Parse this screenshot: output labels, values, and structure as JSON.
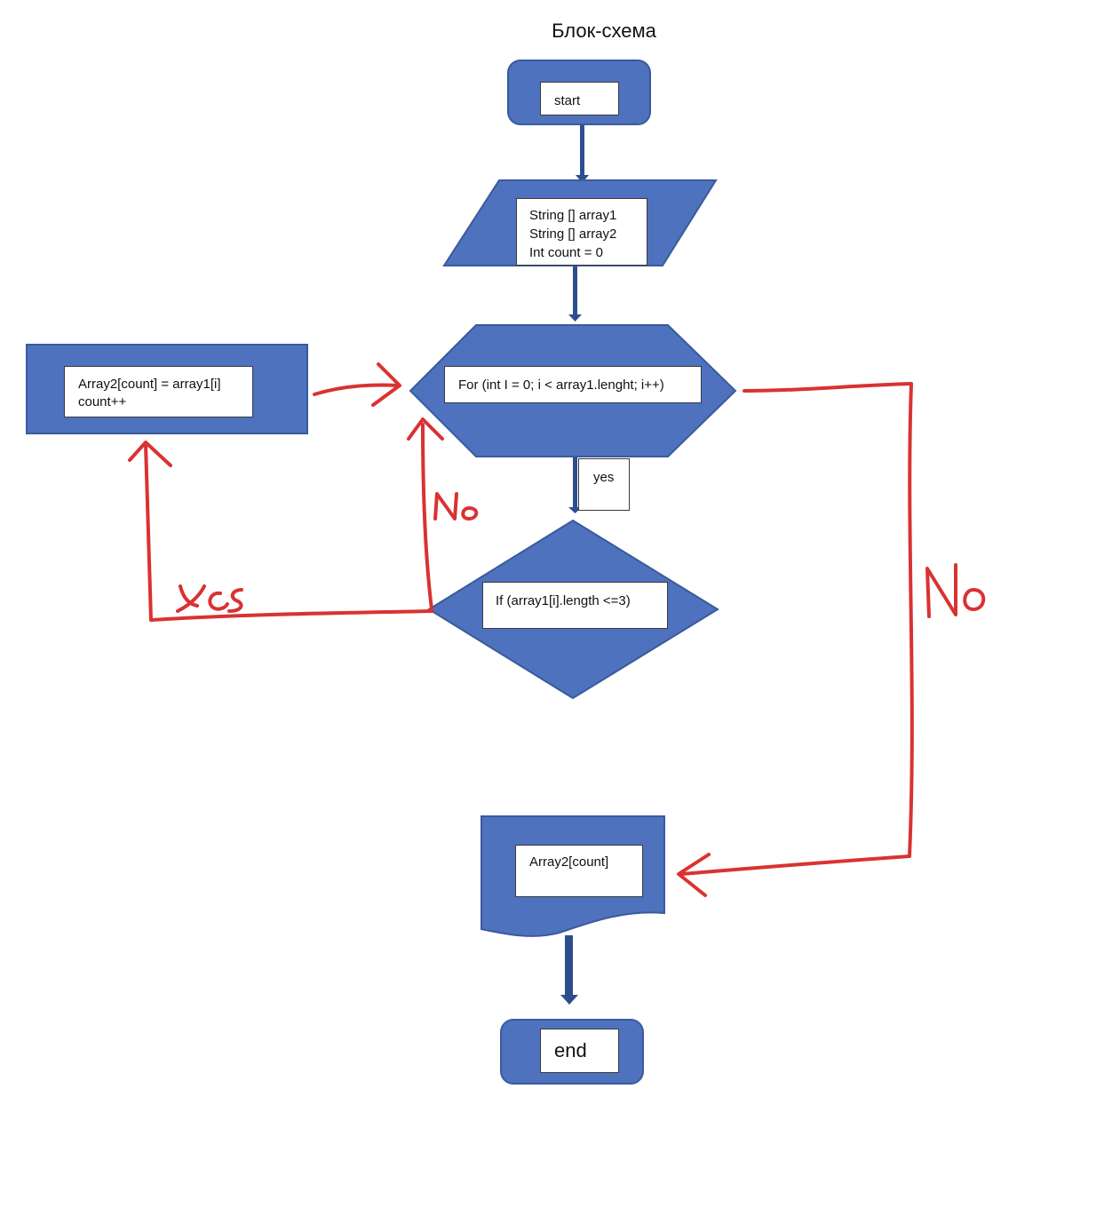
{
  "title": "Блок-схема",
  "colors": {
    "shape_fill": "#4e72be",
    "shape_stroke": "#3a5a9c",
    "connector": "#2d4e8e",
    "handwritten": "#d93232",
    "text": "#111111"
  },
  "nodes": {
    "start": {
      "shape": "terminator",
      "text": "start"
    },
    "input": {
      "shape": "parallelogram",
      "lines": [
        "String [] array1",
        "String [] array2",
        "Int count = 0"
      ]
    },
    "loop": {
      "shape": "hexagon",
      "text": "For (int I = 0; i < array1.lenght; i++)"
    },
    "condition": {
      "shape": "diamond",
      "text": "If (array1[i].length <=3)"
    },
    "assign": {
      "shape": "process",
      "lines": [
        "Array2[count] = array1[i]",
        "count++"
      ]
    },
    "output": {
      "shape": "document",
      "text": "Array2[count]"
    },
    "end": {
      "shape": "terminator",
      "text": "end"
    }
  },
  "edges": [
    {
      "from": "start",
      "to": "input",
      "label": ""
    },
    {
      "from": "input",
      "to": "loop",
      "label": ""
    },
    {
      "from": "loop",
      "to": "condition",
      "label": "yes"
    },
    {
      "from": "condition",
      "to": "assign",
      "label": "yes"
    },
    {
      "from": "condition",
      "to": "loop",
      "label": "No"
    },
    {
      "from": "assign",
      "to": "loop",
      "label": ""
    },
    {
      "from": "loop",
      "to": "output",
      "label": "No"
    },
    {
      "from": "output",
      "to": "end",
      "label": ""
    }
  ],
  "edge_labels": {
    "loop_yes": "yes",
    "cond_yes": "Yes",
    "cond_no": "No",
    "loop_no": "No"
  }
}
